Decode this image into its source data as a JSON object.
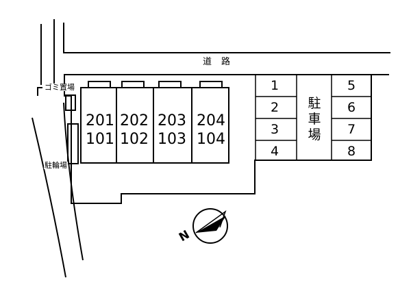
{
  "road": {
    "label": "道路"
  },
  "facilities": {
    "garbage": "ゴミ置場",
    "bicycle": "駐輪場"
  },
  "building": {
    "rooms": [
      {
        "upper": "201",
        "lower": "101"
      },
      {
        "upper": "202",
        "lower": "102"
      },
      {
        "upper": "203",
        "lower": "103"
      },
      {
        "upper": "204",
        "lower": "104"
      }
    ]
  },
  "parking": {
    "label_chars": [
      "駐",
      "車",
      "場"
    ],
    "left_spaces": [
      "1",
      "2",
      "3",
      "4"
    ],
    "right_spaces": [
      "5",
      "6",
      "7",
      "8"
    ]
  },
  "compass": {
    "letter": "N",
    "icon": "north-arrow-icon"
  }
}
